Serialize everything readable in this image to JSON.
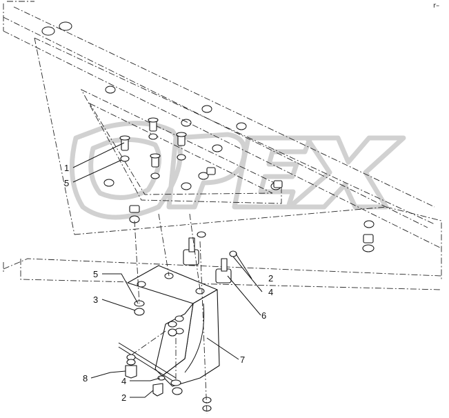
{
  "corner_mark": "r–",
  "watermark": "OPEX",
  "callouts": [
    {
      "id": "c1",
      "label": "1"
    },
    {
      "id": "c5a",
      "label": "5"
    },
    {
      "id": "c5b",
      "label": "5"
    },
    {
      "id": "c3",
      "label": "3"
    },
    {
      "id": "c8",
      "label": "8"
    },
    {
      "id": "c4a",
      "label": "4"
    },
    {
      "id": "c2a",
      "label": "2"
    },
    {
      "id": "c2b",
      "label": "2"
    },
    {
      "id": "c4b",
      "label": "4"
    },
    {
      "id": "c6",
      "label": "6"
    },
    {
      "id": "c7",
      "label": "7"
    }
  ]
}
